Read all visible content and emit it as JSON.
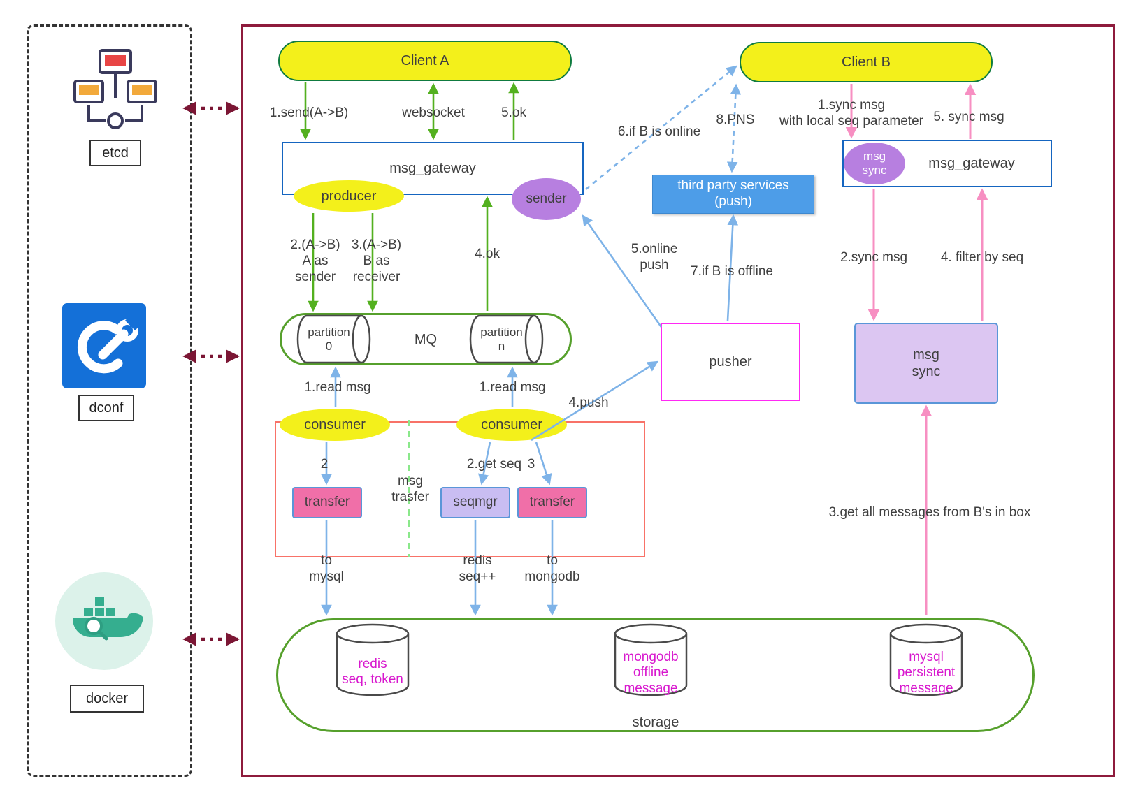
{
  "infra": {
    "items": [
      {
        "label": "etcd",
        "icon": "etcd-cluster-icon"
      },
      {
        "label": "dconf",
        "icon": "dconf-wrench-icon"
      },
      {
        "label": "docker",
        "icon": "docker-whale-icon"
      }
    ]
  },
  "nodes": {
    "client_a": "Client A",
    "client_b": "Client B",
    "gateway_a": "msg_gateway",
    "gateway_b": "msg_gateway",
    "producer": "producer",
    "sender": "sender",
    "third_party": "third party services\n(push)",
    "msg_sync_badge": "msg\nsync",
    "mq": "MQ",
    "partition_0": "partition\n0",
    "partition_n": "partition\nn",
    "pusher": "pusher",
    "msg_sync": "msg\nsync",
    "consumer_a": "consumer",
    "consumer_b": "consumer",
    "transfer_a": "transfer",
    "seqmgr": "seqmgr",
    "transfer_b": "transfer",
    "storage": "storage",
    "redis": "redis\nseq, token",
    "mongodb": "mongodb\noffline\nmessage",
    "mysql": "mysql\npersistent\nmessage"
  },
  "edges": {
    "send": "1.send(A->B)",
    "websocket": "websocket",
    "ok5": "5.ok",
    "a_as_sender": "2.(A->B)\nA as\nsender",
    "b_as_receiver": "3.(A->B)\nB as\nreceiver",
    "ok4": "4.ok",
    "read_msg_a": "1.read msg",
    "read_msg_b": "1.read msg",
    "push4": "4.push",
    "step2": "2",
    "get_seq": "2.get seq",
    "step3": "3",
    "msg_trasfer": "msg\ntrasfer",
    "to_mysql": "to\nmysql",
    "redis_seq": "redis\nseq++",
    "to_mongodb": "to\nmongodb",
    "online_push": "5.online\npush",
    "if_offline": "7.if B is offline",
    "if_online": "6.if B is online",
    "pns": "8.PNS",
    "sync_local": "1.sync msg\nwith local seq parameter",
    "sync5": "5. sync msg",
    "sync2": "2.sync msg",
    "filter_seq": "4. filter by seq",
    "get_all": "3.get all messages from B's in box"
  },
  "colors": {
    "yellow": "#F3F01B",
    "green_arrow": "#53B01F",
    "green_border": "#56A02C",
    "client_border": "#0F7B40",
    "blue_border": "#1565C0",
    "blue_fill": "#4D9DE8",
    "blue_arrow": "#7EB3E8",
    "purple": "#B77FE0",
    "lavender": "#DCC6F2",
    "pink_box": "#F06FA8",
    "pink_arrow": "#F78FC2",
    "magenta_border": "#FF29F4",
    "magenta_text": "#D818CE",
    "red_frame": "#F87268",
    "maroon": "#8E1B3C"
  }
}
